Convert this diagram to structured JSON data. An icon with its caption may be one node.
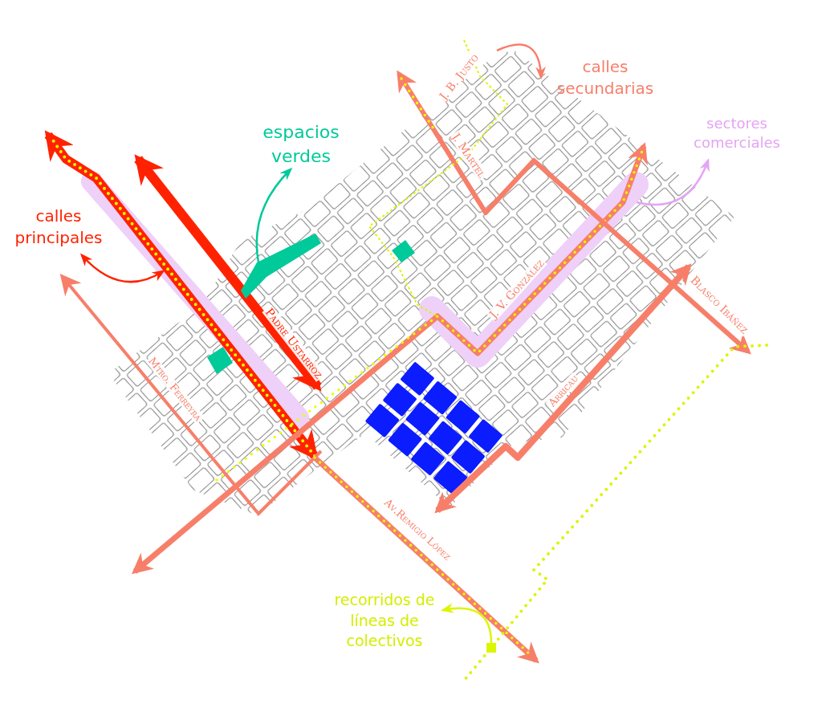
{
  "diagram": {
    "nodes": [
      {
        "text": [
          "calles principales"
        ]
      },
      {
        "text": [],
        "shape": "bar"
      },
      {
        "text": [
          "espacios verdes"
        ]
      },
      {
        "text": [],
        "shape": "box"
      },
      {
        "text": [
          "calles secundarias"
        ]
      },
      {
        "text": [
          "sectores comerciales"
        ]
      },
      {
        "text": [],
        "shape": "bar"
      },
      {
        "text": [
          "recorridos de líneas de colectivos"
        ]
      },
      {
        "text": [],
        "shape": "box"
      }
    ],
    "edges": [
      {
        "from": 1,
        "to": 0,
        "arrow": "both",
        "color": "#ff2200"
      },
      {
        "from": 3,
        "to": 2,
        "arrow": "to",
        "color": "#00c99a"
      },
      {
        "from": null,
        "to": 4,
        "arrow": "to",
        "color": "#f77f6a"
      },
      {
        "from": 6,
        "to": 5,
        "arrow": "to",
        "color": "#e4a4f4"
      },
      {
        "from": 8,
        "to": 7,
        "arrow": "to",
        "color": "#dcf500"
      }
    ],
    "labels": [
      "J. B. Justo",
      "J. Martel",
      "J. V. González",
      "Padre Ustarroz",
      "Mtro. Ferreyra",
      "Blasco Ibáñez",
      "Arricau",
      "Av.Remigio López"
    ]
  }
}
